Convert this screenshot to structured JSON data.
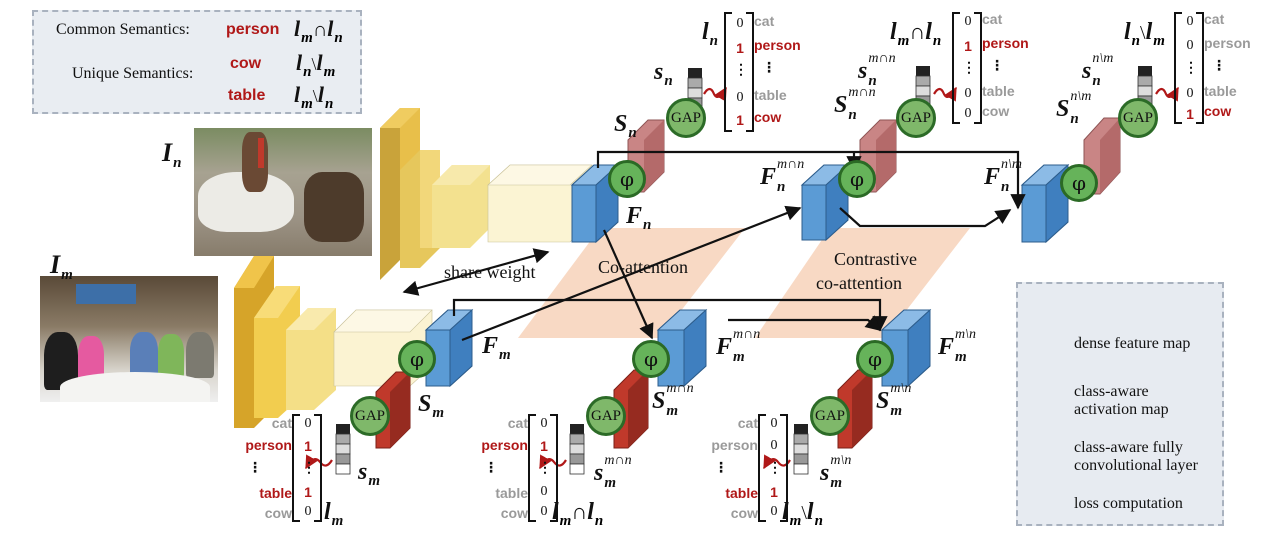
{
  "semantics_box": {
    "common_label": "Common Semantics:",
    "common_word": "person",
    "unique_label": "Unique Semantics:",
    "unique_word_1": "cow",
    "unique_word_2": "table"
  },
  "images": {
    "I_n_main": "I",
    "I_n_sub": "n",
    "I_m_main": "I",
    "I_m_sub": "m"
  },
  "labels": {
    "share_weight": "share weight",
    "co_attention": "Co-attention",
    "contrastive_1": "Contrastive",
    "contrastive_2": "co-attention",
    "gap": "GAP",
    "phi": "φ"
  },
  "classes": {
    "cat": "cat",
    "person": "person",
    "table": "table",
    "cow": "cow",
    "dots": "⋮"
  },
  "vectors": {
    "ln": [
      "0",
      "1",
      "⋮",
      "0",
      "1"
    ],
    "lm": [
      "0",
      "1",
      "⋮",
      "1",
      "0"
    ],
    "l_mn_top": [
      "0",
      "1",
      "⋮",
      "0",
      "0"
    ],
    "l_mn_bottom": [
      "0",
      "1",
      "⋮",
      "0",
      "0"
    ],
    "l_n_minus_m": [
      "0",
      "0",
      "⋮",
      "0",
      "1"
    ],
    "l_m_minus_n": [
      "0",
      "0",
      "⋮",
      "1",
      "0"
    ]
  },
  "math": {
    "l": "l",
    "s": "s",
    "S": "S",
    "F": "F",
    "m": "m",
    "n": "n",
    "cap": "∩",
    "minus": "\\",
    "m_cap_n": "m∩n",
    "n_minus_m": "n\\m",
    "m_minus_n": "m\\n"
  },
  "legend": {
    "dense": "dense feature map",
    "cam_1": "class-aware",
    "cam_2": "activation map",
    "conv_1": "class-aware fully",
    "conv_2": "convolutional layer",
    "loss": "loss computation"
  },
  "colors": {
    "class_red": "#b01818",
    "class_gray": "#9a9a9a",
    "feature_blue": "#5b9bd5",
    "activation_red": "#c0392b",
    "activation_pink": "#c98585",
    "gap_green": "#7fb86a",
    "attention_peach": "#f6cfb5"
  }
}
